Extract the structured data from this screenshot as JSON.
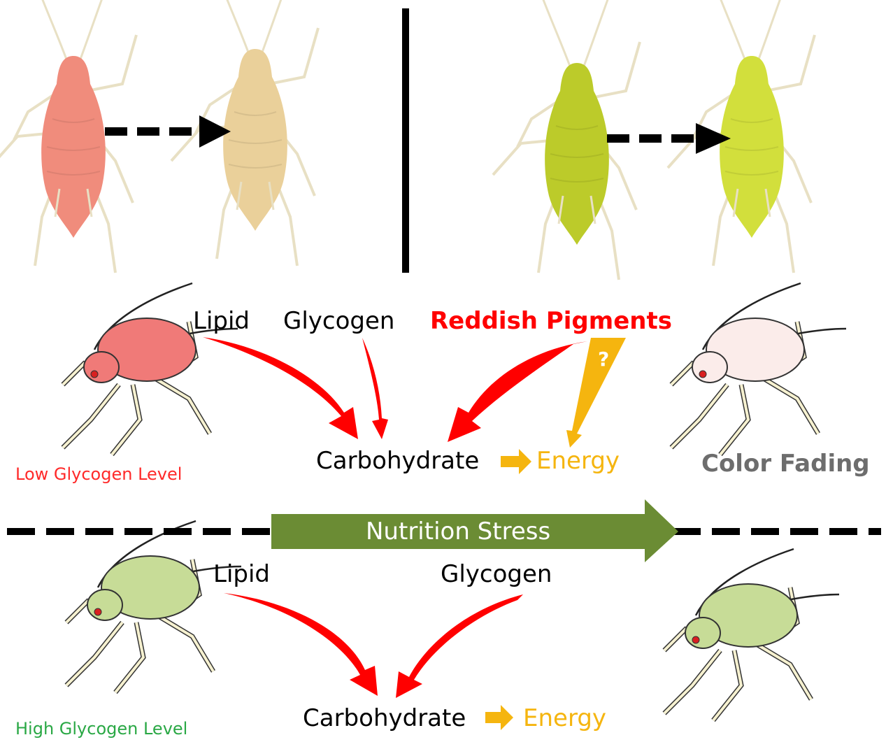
{
  "top_section": {
    "left_pair": {
      "before_aphid": "red-aphid-photo",
      "after_aphid": "faded-yellow-aphid-photo"
    },
    "right_pair": {
      "before_aphid": "green-aphid-photo",
      "after_aphid": "light-green-aphid-photo"
    }
  },
  "upper_pathway": {
    "lipid": "Lipid",
    "glycogen": "Glycogen",
    "reddish_pigments": "Reddish Pigments",
    "question_mark": "?",
    "carbohydrate": "Carbohydrate",
    "energy": "Energy",
    "left_caption": "Low Glycogen Level",
    "right_caption": "Color Fading"
  },
  "divider": {
    "label": "Nutrition Stress"
  },
  "lower_pathway": {
    "lipid": "Lipid",
    "glycogen": "Glycogen",
    "carbohydrate": "Carbohydrate",
    "energy": "Energy",
    "left_caption": "High Glycogen Level"
  },
  "colors": {
    "red_arrow": "#ff0000",
    "orange": "#f5b50f",
    "stress_arrow": "#6b8c34",
    "low_glycogen_text": "#ff2a2a",
    "high_glycogen_text": "#2aa845",
    "color_fading_text": "#6d6d6d",
    "red_aphid": "#f08c7c",
    "faded_aphid": "#ead09a",
    "green_aphid": "#bccb2a",
    "light_green_aphid": "#d2df3c",
    "drawn_red_aphid": "#f07a78",
    "drawn_green_aphid": "#c7dc97",
    "drawn_faded_aphid": "#fbecea"
  }
}
